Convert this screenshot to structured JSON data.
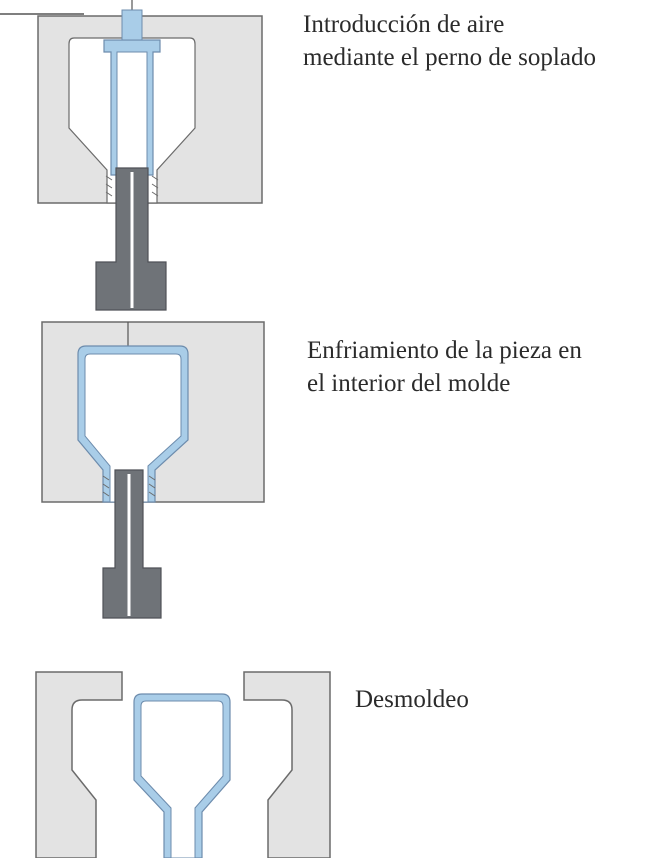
{
  "captions": {
    "step1": {
      "line1": "Introducción de aire",
      "line2": "mediante el perno de soplado"
    },
    "step2": {
      "line1": "Enfriamiento de la pieza en",
      "line2": "el interior del molde"
    },
    "step3": {
      "line1": "Desmoldeo"
    }
  },
  "colors": {
    "mold_fill": "#e3e3e3",
    "mold_stroke": "#6b6b6b",
    "pin_fill": "#6f7378",
    "pin_dark": "#4f5257",
    "part_blue": "#a9cde8",
    "part_outline": "#6d8cad",
    "text": "#2b2b2b"
  }
}
